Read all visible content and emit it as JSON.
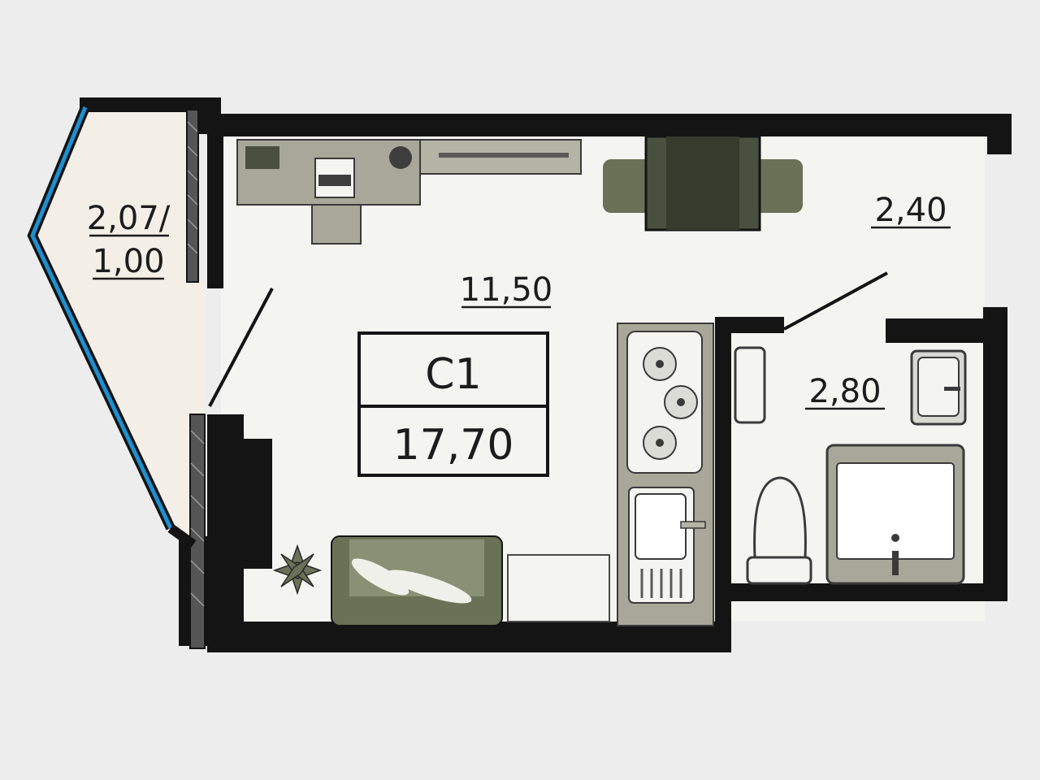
{
  "plan": {
    "balcony_area": {
      "line1": "2,07/",
      "line2": "1,00"
    },
    "living_area": "11,50",
    "hall_area": "2,40",
    "bathroom_area": "2,80",
    "apartment_type": "С1",
    "total_area": "17,70",
    "colors": {
      "wall": "#141414",
      "floor": "#f4f4f1",
      "balcony_floor": "#f3efe6",
      "furniture": "#a8a89a",
      "furniture_dark": "#4a4f3f",
      "sofa": "#6a7157",
      "glazing": "#1e8fd0",
      "watermark": "#c9c9c9"
    }
  }
}
